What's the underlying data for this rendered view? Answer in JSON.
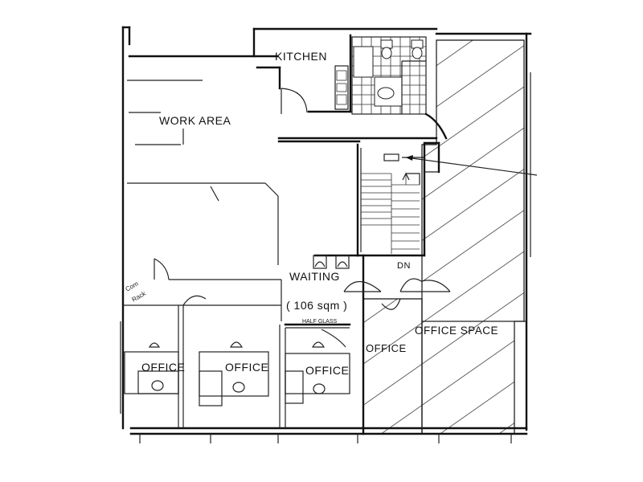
{
  "plan": {
    "labels": {
      "kitchen": "KITCHEN",
      "work_area": "WORK AREA",
      "waiting": "WAITING",
      "area": "( 106 sqm )",
      "half_glass": "HALF GLASS",
      "dn": "DN",
      "com_rack_1": "Com",
      "com_rack_2": "Rack",
      "office_1": "OFFICE",
      "office_2": "OFFICE",
      "office_3": "OFFICE",
      "office_4": "OFFICE",
      "office_space": "OFFICE SPACE"
    }
  }
}
